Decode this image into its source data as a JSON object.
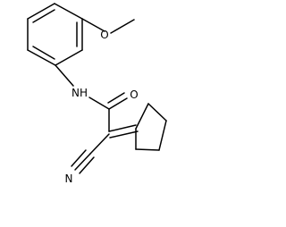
{
  "structure": {
    "atoms": {
      "oxygen_methoxy": "O",
      "amide_nitrogen": "NH",
      "carbonyl_oxygen": "O",
      "nitrile_nitrogen": "N"
    }
  }
}
